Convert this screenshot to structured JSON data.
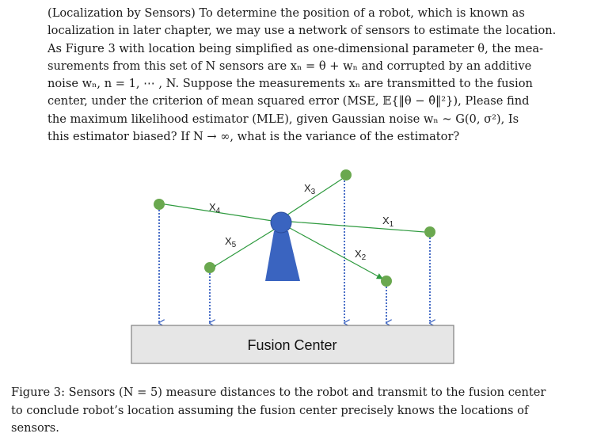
{
  "problem": {
    "lines": [
      "(Localization by Sensors) To determine the position of a robot, which is known as",
      "localization in later chapter, we may use a network of sensors to estimate the location.",
      "As Figure 3 with location being simplified as one-dimensional parameter θ, the mea-",
      "surements from this set of N sensors are xₙ = θ + wₙ and corrupted by an additive",
      "noise wₙ, n = 1, ⋯ , N. Suppose the measurements xₙ are transmitted to the fusion",
      "center, under the criterion of mean squared error (MSE, 𝔼{‖θ − θ̂‖²}), Please find",
      "the maximum likelihood estimator (MLE), given Gaussian noise wₙ ~ G(0, σ²), Is",
      "this estimator biased? If N → ∞, what is the variance of the estimator?"
    ]
  },
  "figure": {
    "fusion_center_label": "Fusion Center",
    "sensor_labels": [
      "X1",
      "X2",
      "X3",
      "X4",
      "X5"
    ],
    "colors": {
      "sensor": "#6aa84f",
      "robot": "#3a64c0",
      "arrow": "#2e9a3e",
      "dotted": "#4a6fc7",
      "box_fill": "#e6e6e6",
      "box_stroke": "#7f7f7f"
    }
  },
  "caption": {
    "lines": [
      "Figure 3: Sensors (N = 5) measure distances to the robot and transmit to the fusion center",
      "to conclude robot’s location assuming the fusion center precisely knows the locations of",
      "sensors."
    ]
  }
}
